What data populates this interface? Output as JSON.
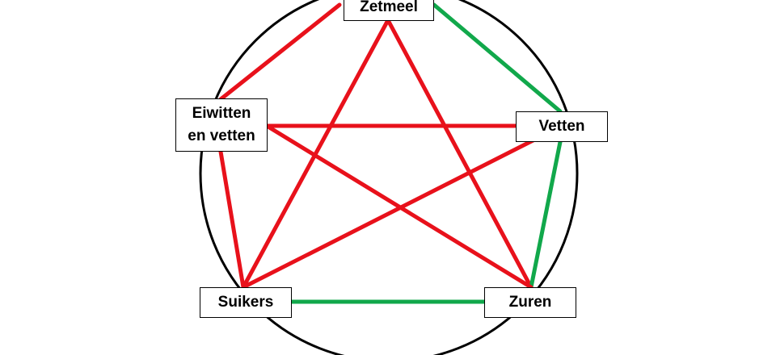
{
  "colors": {
    "circle": "#000000",
    "incompatible": "#e8111b",
    "compatible": "#11a84b"
  },
  "nodes": {
    "zetmeel": "Zetmeel",
    "vetten": "Vetten",
    "eiwitten": "Eiwitten\nen vetten",
    "suikers": "Suikers",
    "zuren": "Zuren"
  },
  "connections": [
    {
      "from": "zetmeel",
      "to": "eiwitten",
      "type": "incompatible"
    },
    {
      "from": "zetmeel",
      "to": "vetten",
      "type": "compatible"
    },
    {
      "from": "zetmeel",
      "to": "suikers",
      "type": "incompatible"
    },
    {
      "from": "zetmeel",
      "to": "zuren",
      "type": "incompatible"
    },
    {
      "from": "vetten",
      "to": "eiwitten",
      "type": "incompatible"
    },
    {
      "from": "vetten",
      "to": "suikers",
      "type": "incompatible"
    },
    {
      "from": "vetten",
      "to": "zuren",
      "type": "compatible"
    },
    {
      "from": "eiwitten",
      "to": "suikers",
      "type": "incompatible"
    },
    {
      "from": "eiwitten",
      "to": "zuren",
      "type": "incompatible"
    },
    {
      "from": "suikers",
      "to": "zuren",
      "type": "compatible"
    }
  ]
}
